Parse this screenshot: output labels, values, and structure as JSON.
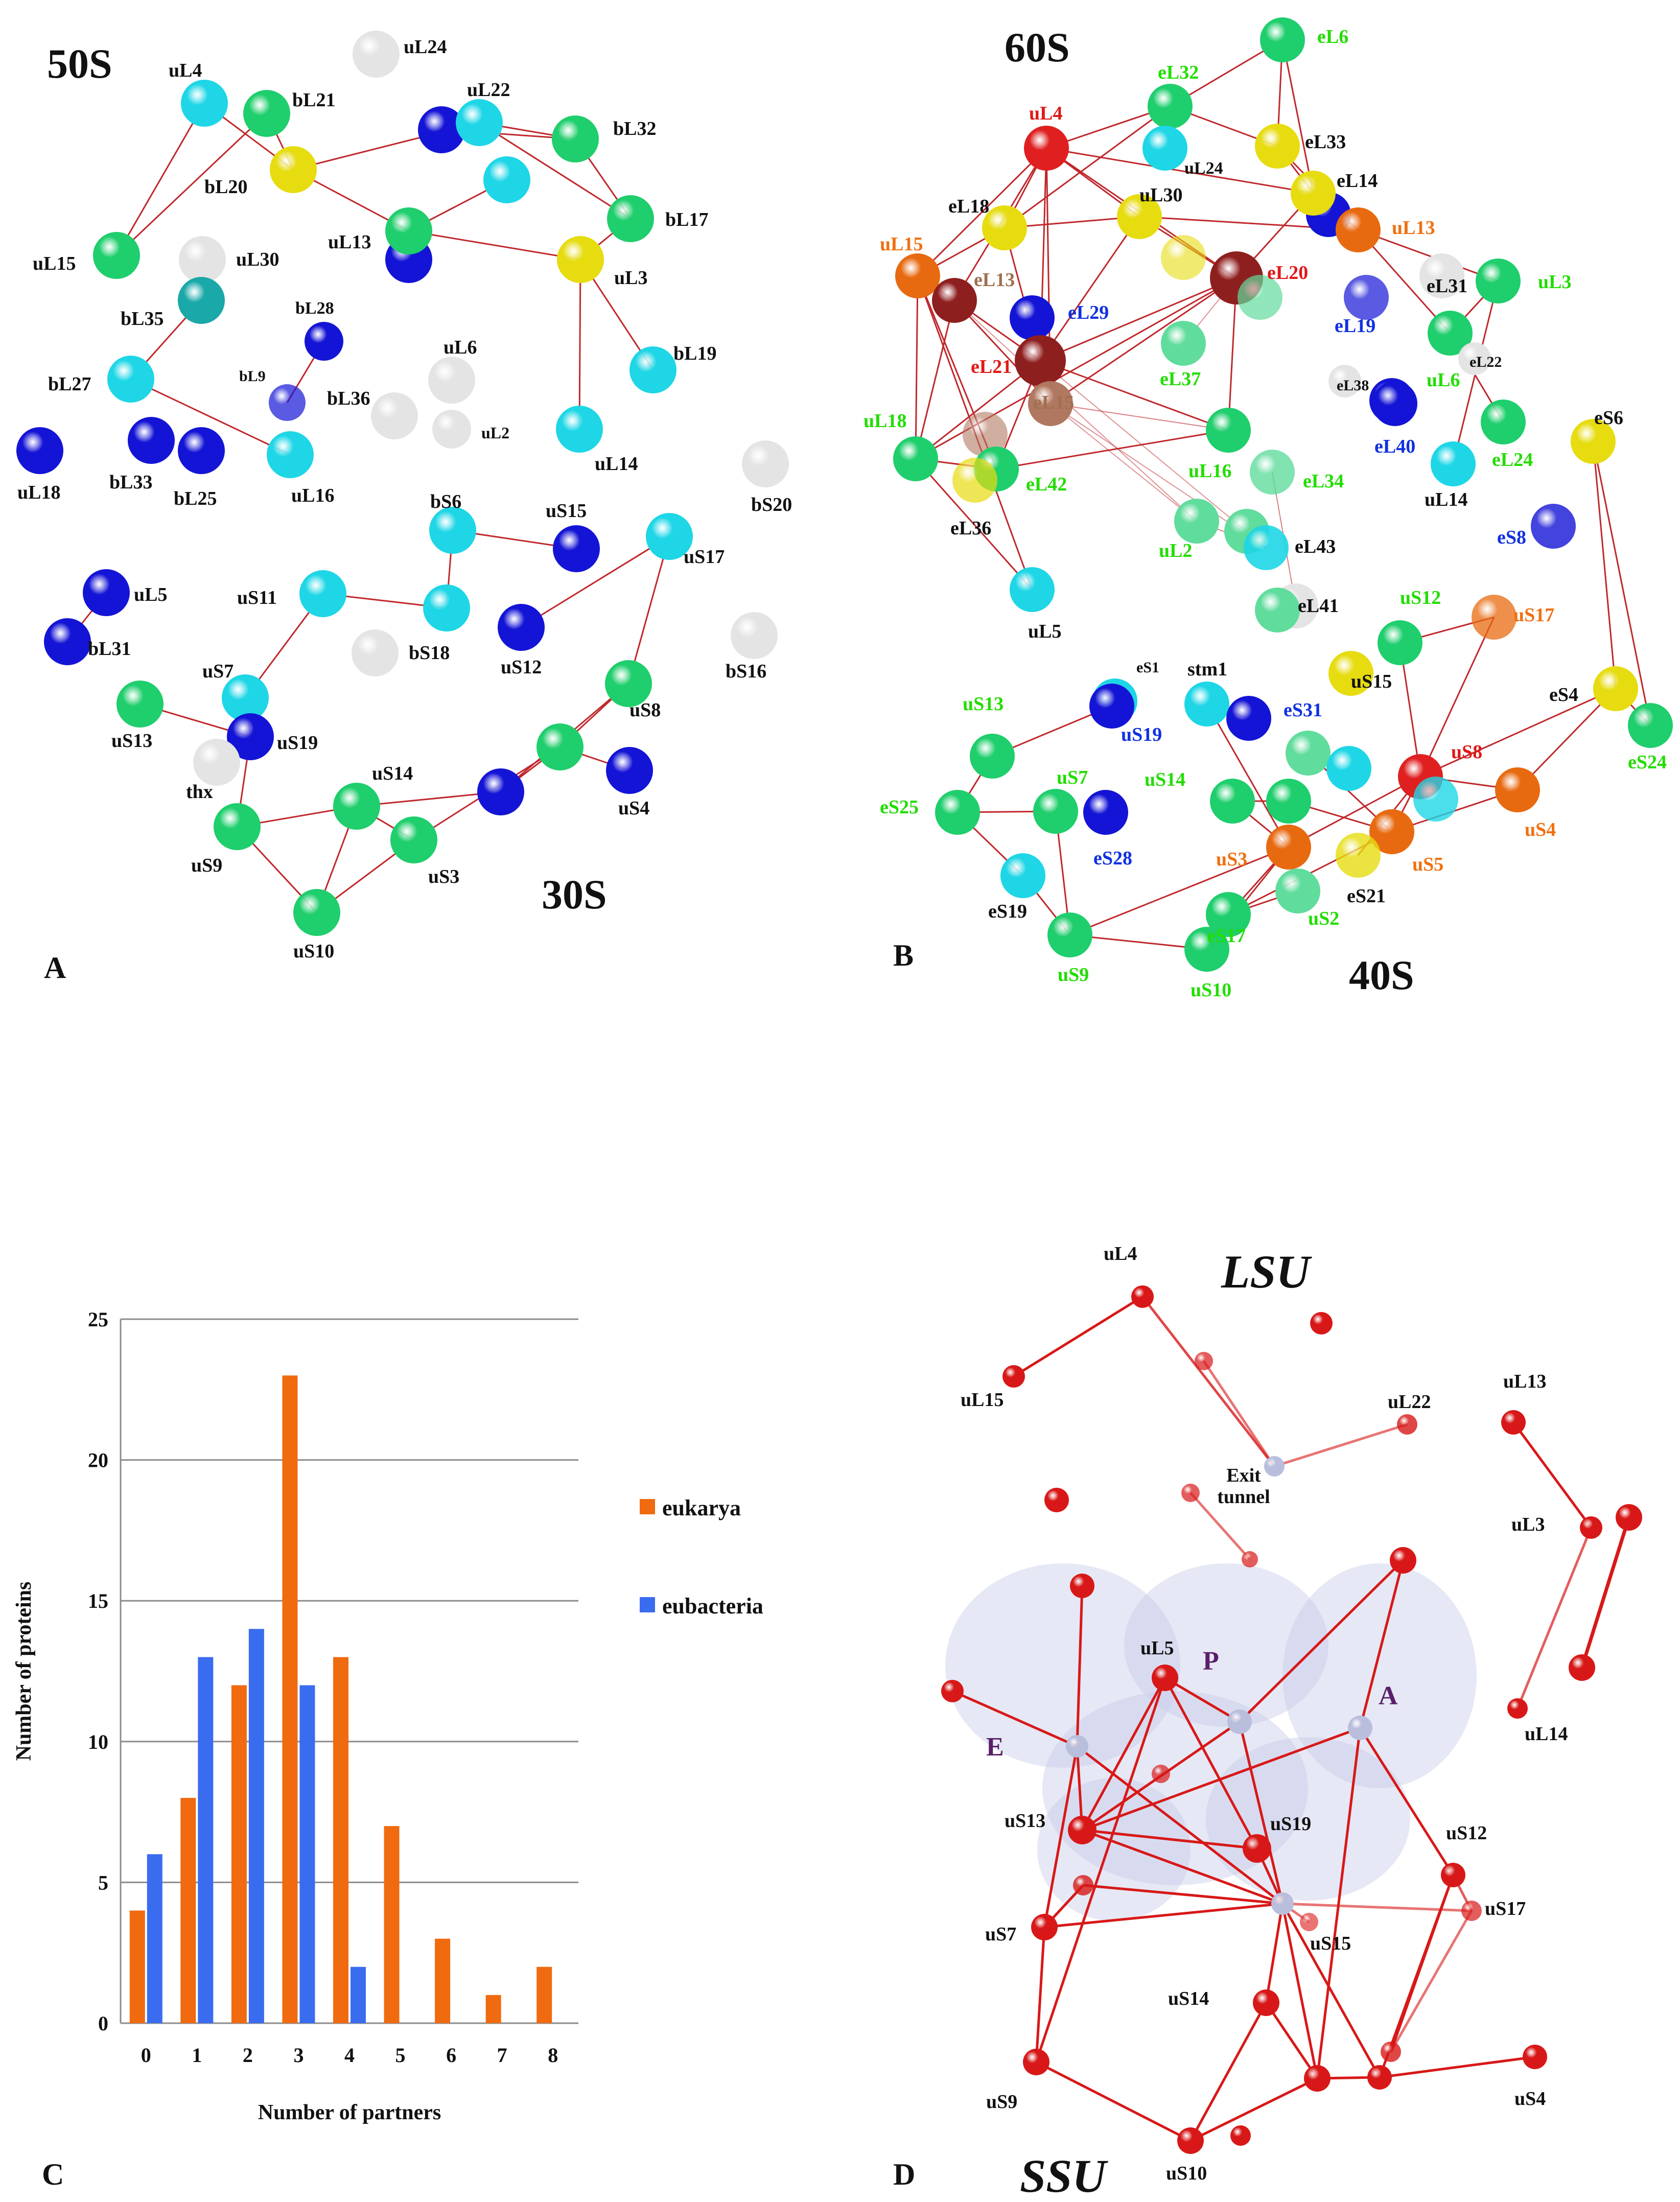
{
  "colors": {
    "edge": "#c0282c",
    "green": "#1fce6c",
    "cyan": "#1ed6e6",
    "blue": "#1414d6",
    "yellow": "#e6dc10",
    "white": "#e4e4e4",
    "teal": "#1aa8a8",
    "orange": "#e86a10",
    "red": "#e02020",
    "darkred": "#8e1f1f",
    "brown": "#b07860",
    "lightgreen": "#60dc9c",
    "grey": "#a8a8a8",
    "label_green": "#22dd00",
    "label_blue": "#1030e0",
    "label_orange": "#f07010",
    "label_red": "#e01818",
    "label_brown": "#a07050",
    "label_black": "#111111",
    "bar_eukarya": "#f06a10",
    "bar_eubacteria": "#3a6cf0",
    "gridline": "#8c8c8c",
    "panel_d_node": "#d81818",
    "panel_d_site": "#b8bedc",
    "panel_d_density": "#c8cce8",
    "panel_d_label_purple": "#5a1e6a"
  },
  "panel_labels": [
    "A",
    "B",
    "C",
    "D"
  ],
  "panel_a": {
    "subunit_labels": [
      "50S",
      "30S"
    ],
    "proteins": [
      "uL24",
      "uL4",
      "bL21",
      "uL22",
      "bL32",
      "bL20",
      "uL13",
      "bL17",
      "uL15",
      "uL30",
      "uL3",
      "bL35",
      "bL28",
      "uL6",
      "bL19",
      "bL27",
      "bL9",
      "bL36",
      "uL2",
      "uL18",
      "bL33",
      "bL25",
      "uL16",
      "uL14",
      "bS20",
      "bS6",
      "uS15",
      "uS17",
      "uL5",
      "uS11",
      "bL31",
      "bS18",
      "uS12",
      "uS7",
      "uS8",
      "bS16",
      "uS13",
      "uS19",
      "thx",
      "uS14",
      "uS4",
      "uS9",
      "uS3",
      "uS10"
    ]
  },
  "panel_b": {
    "subunit_labels": [
      "60S",
      "40S"
    ],
    "proteins": [
      "eL6",
      "eL32",
      "uL4",
      "eL33",
      "uL24",
      "eL14",
      "eL18",
      "uL30",
      "uL13",
      "uL15",
      "eL13",
      "eL20",
      "eL31",
      "uL3",
      "eL29",
      "eL19",
      "eL21",
      "eL37",
      "eL22",
      "eL38",
      "uL6",
      "eL15",
      "eS6",
      "uL18",
      "eL40",
      "eL24",
      "uL16",
      "uL14",
      "eL42",
      "eL34",
      "eL36",
      "eS8",
      "uL2",
      "eL43",
      "eL41",
      "uS12",
      "uS17",
      "uL5",
      "eS1",
      "stm1",
      "uS15",
      "uS13",
      "uS19",
      "eS31",
      "eS4",
      "uS8",
      "eS24",
      "uS7",
      "uS14",
      "eS25",
      "eS28",
      "uS3",
      "uS5",
      "uS4",
      "eS21",
      "eS19",
      "eS17",
      "uS2",
      "uS9",
      "uS10"
    ]
  },
  "panel_c": {
    "chart_data": {
      "type": "bar",
      "title": "",
      "xlabel": "Number of partners",
      "ylabel": "Number of proteins",
      "categories": [
        "0",
        "1",
        "2",
        "3",
        "4",
        "5",
        "6",
        "7",
        "8"
      ],
      "ylim": [
        0,
        25
      ],
      "yticks": [
        "0",
        "5",
        "10",
        "15",
        "20",
        "25"
      ],
      "grid": "horizontal",
      "legend_position": "right",
      "series": [
        {
          "name": "eukarya",
          "color": "#f06a10",
          "values": [
            4,
            8,
            12,
            23,
            13,
            7,
            3,
            1,
            2
          ]
        },
        {
          "name": "eubacteria",
          "color": "#3a6cf0",
          "values": [
            6,
            13,
            14,
            12,
            2,
            0,
            0,
            0,
            0
          ]
        }
      ]
    }
  },
  "panel_d": {
    "subunit_labels": [
      "LSU",
      "SSU"
    ],
    "exit_tunnel_label": "Exit\ntunnel",
    "site_labels": [
      "E",
      "P",
      "A"
    ],
    "proteins": [
      "uL4",
      "uL15",
      "uL22",
      "uL13",
      "uL3",
      "uL14",
      "uL5",
      "uS13",
      "uS19",
      "uS12",
      "uS7",
      "uS17",
      "uS15",
      "uS14",
      "uS9",
      "uS4",
      "uS10"
    ]
  }
}
